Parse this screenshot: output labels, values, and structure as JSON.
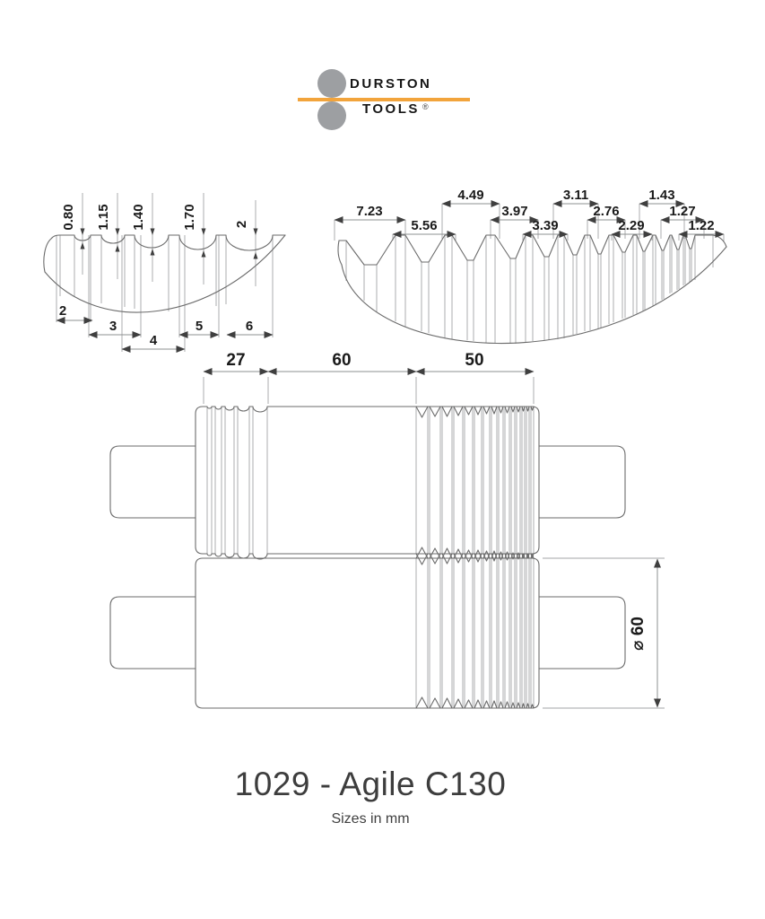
{
  "logo": {
    "line1": "DURSTON",
    "line2": "TOOLS",
    "registered": "®",
    "orange_hex": "#F2A43C",
    "gray_hex": "#9D9FA2"
  },
  "title": {
    "heading": "1029 - Agile C130",
    "subtitle": "Sizes in mm"
  },
  "left_profile": {
    "depth_labels": [
      "0.80",
      "1.15",
      "1.40",
      "1.70",
      "2"
    ],
    "width_labels": [
      "2",
      "3",
      "4",
      "5",
      "6"
    ]
  },
  "right_profile": {
    "width_labels": [
      "7.23",
      "5.56",
      "4.49",
      "3.97",
      "3.39",
      "3.11",
      "2.76",
      "2.29",
      "1.43",
      "1.27",
      "1.22"
    ]
  },
  "front_view": {
    "section_labels": [
      "27",
      "60",
      "50"
    ],
    "diameter_label": "⌀ 60"
  },
  "colors": {
    "object_line": "#6b6b6b",
    "extension_line": "#a3a5a7",
    "dimension_text": "#1a1a1a",
    "title_text": "#3d3d3d"
  }
}
